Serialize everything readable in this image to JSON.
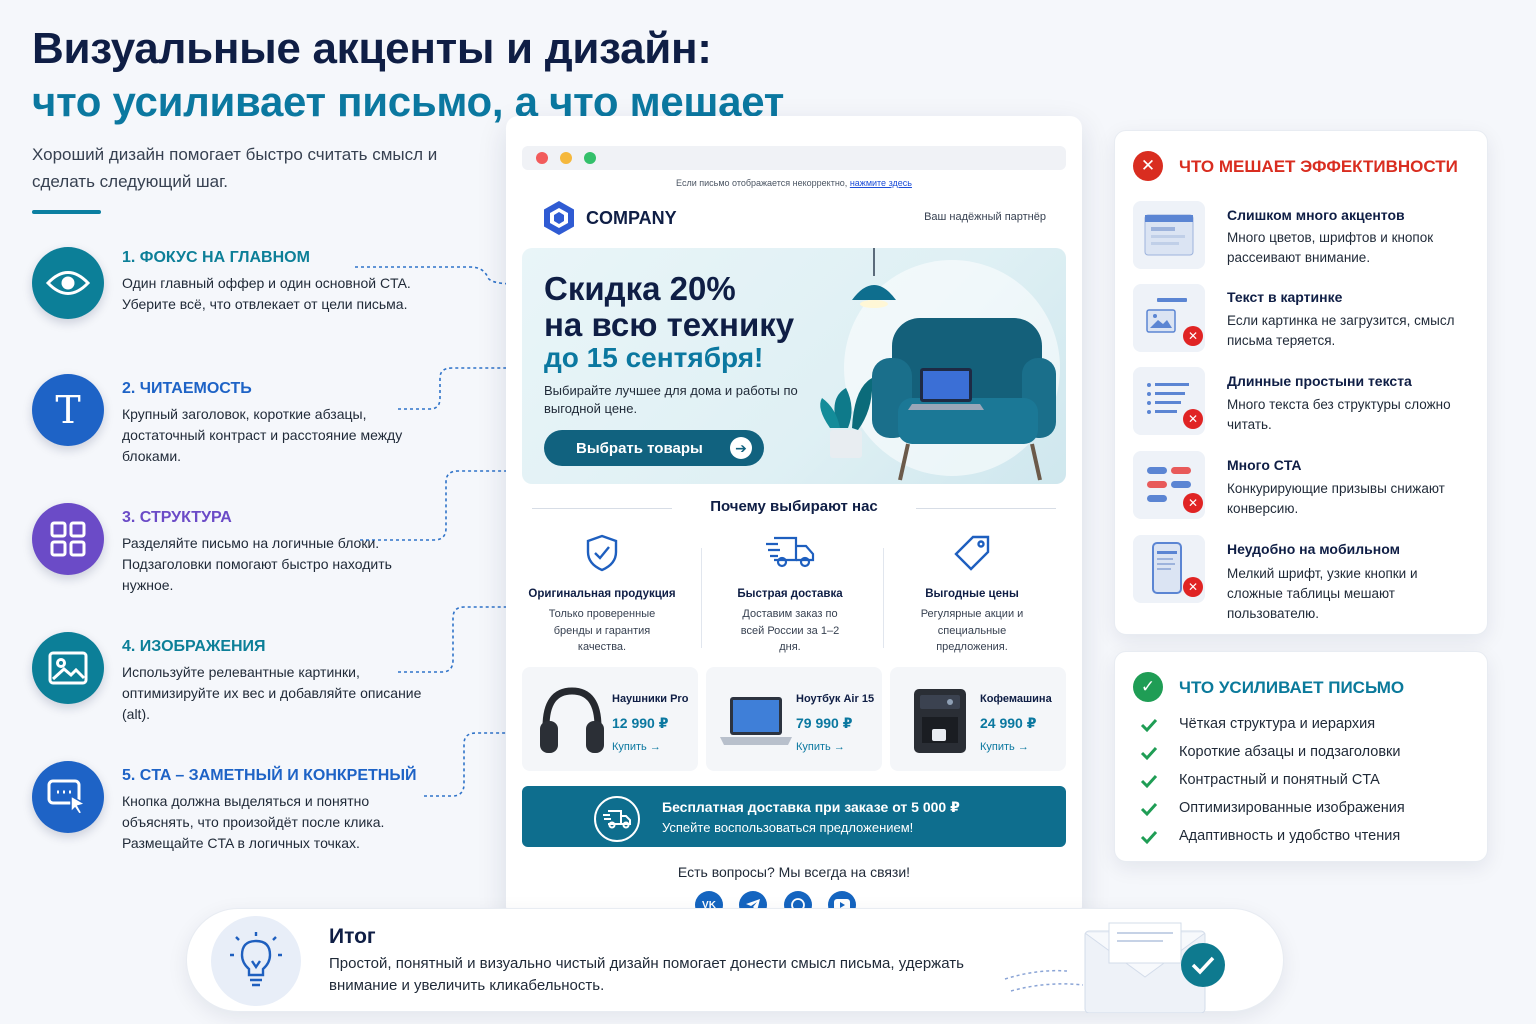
{
  "title_line1": "Визуальные акценты и дизайн:",
  "title_line2": "что усиливает письмо, а что мешает",
  "intro": "Хороший дизайн помогает быстро считать смысл и сделать следующий шаг.",
  "tips": [
    {
      "heading": "1. ФОКУС НА ГЛАВНОМ",
      "text": "Один главный оффер и один основной CTA. Уберите всё, что отвлекает от цели письма.",
      "icon": "eye-icon",
      "color": "#0c7f98"
    },
    {
      "heading": "2. ЧИТАЕМОСТЬ",
      "text": "Крупный заголовок, короткие абзацы, достаточный контраст и расстояние между блоками.",
      "icon": "text-t-icon",
      "color": "#1e63c6"
    },
    {
      "heading": "3. СТРУКТУРА",
      "text": "Разделяйте письмо на логичные блоки. Подзаголовки помогают быстро находить нужное.",
      "icon": "grid-icon",
      "color": "#6b4bc7"
    },
    {
      "heading": "4. ИЗОБРАЖЕНИЯ",
      "text": "Используйте релевантные картинки, оптимизируйте их вес и добавляйте описание (alt).",
      "icon": "image-icon",
      "color": "#0c7f98"
    },
    {
      "heading": "5. CTA – ЗАМЕТНЫЙ И КОНКРЕТНЫЙ",
      "text": "Кнопка должна выделяться и понятно объяснять, что произойдёт после клика. Размещайте CTA в логичных точках.",
      "icon": "cursor-click-icon",
      "color": "#1e63c6"
    }
  ],
  "email": {
    "preheader_text": "Если письмо отображается некорректно,",
    "preheader_link": "нажмите здесь",
    "company": "COMPANY",
    "partner": "Ваш надёжный партнёр",
    "hero": {
      "line1": "Скидка 20%",
      "line2": "на всю технику",
      "line3": "до 15 сентября!",
      "subtitle": "Выбирайте лучшее для дома и работы по выгодной цене.",
      "button": "Выбрать товары"
    },
    "why_title": "Почему выбирают нас",
    "features": [
      {
        "title": "Оригинальная продукция",
        "text": "Только проверенные бренды и гарантия качества.",
        "icon": "shield-check-icon"
      },
      {
        "title": "Быстрая доставка",
        "text": "Доставим заказ по всей России за 1–2 дня.",
        "icon": "truck-icon"
      },
      {
        "title": "Выгодные цены",
        "text": "Регулярные акции и специальные предложения.",
        "icon": "price-tag-icon"
      }
    ],
    "products": [
      {
        "name": "Наушники Pro",
        "price": "12 990 ₽",
        "buy": "Купить →",
        "icon": "headphones-icon"
      },
      {
        "name": "Ноутбук Air 15",
        "price": "79 990 ₽",
        "buy": "Купить →",
        "icon": "laptop-icon"
      },
      {
        "name": "Кофемашина",
        "price": "24 990 ₽",
        "buy": "Купить →",
        "icon": "coffee-machine-icon"
      }
    ],
    "shipping_line1": "Бесплатная доставка при заказе от 5 000 ₽",
    "shipping_line2": "Успейте воспользоваться предложением!",
    "contact": "Есть вопросы? Мы всегда на связи!",
    "socials": [
      {
        "label": "VK",
        "icon": "vk-icon"
      },
      {
        "label": "",
        "icon": "telegram-icon"
      },
      {
        "label": "",
        "icon": "whatsapp-icon"
      },
      {
        "label": "",
        "icon": "youtube-icon"
      }
    ]
  },
  "bad": {
    "heading": "ЧТО МЕШАЕТ ЭФФЕКТИВНОСТИ",
    "color": "#d92d20",
    "items": [
      {
        "title": "Слишком много акцентов",
        "text": "Много цветов, шрифтов и кнопок рассеивают внимание."
      },
      {
        "title": "Текст в картинке",
        "text": "Если картинка не загрузится, смысл письма теряется."
      },
      {
        "title": "Длинные простыни текста",
        "text": "Много текста без структуры сложно читать."
      },
      {
        "title": "Много CTA",
        "text": "Конкурирующие призывы снижают конверсию."
      },
      {
        "title": "Неудобно на мобильном",
        "text": "Мелкий шрифт, узкие кнопки и сложные таблицы мешают пользователю."
      }
    ]
  },
  "good": {
    "heading": "ЧТО УСИЛИВАЕТ ПИСЬМО",
    "color": "#0b7a9b",
    "items": [
      "Чёткая структура и иерархия",
      "Короткие абзацы и подзаголовки",
      "Контрастный и понятный CTA",
      "Оптимизированные изображения",
      "Адаптивность и удобство чтения"
    ]
  },
  "summary": {
    "heading": "Итог",
    "text": "Простой, понятный и визуально чистый дизайн помогает донести смысл письма, удержать внимание и увеличить кликабельность."
  }
}
